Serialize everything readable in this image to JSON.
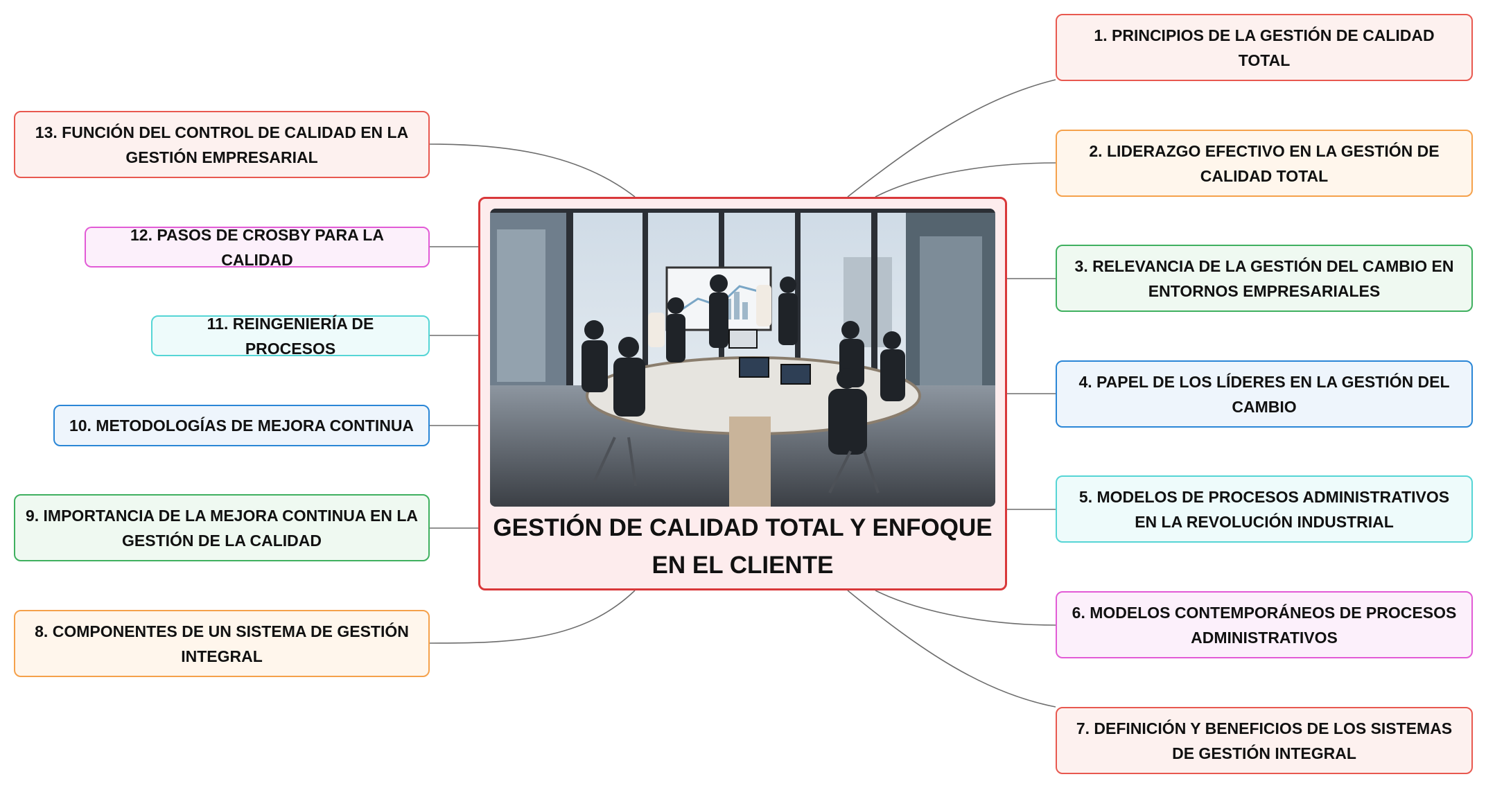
{
  "center": {
    "title": "GESTIÓN DE CALIDAD TOTAL Y ENFOQUE EN EL CLIENTE",
    "image": "office-meeting-illustration"
  },
  "topics": [
    {
      "label": "1. PRINCIPIOS DE LA GESTIÓN DE CALIDAD TOTAL",
      "color": "#e8584f"
    },
    {
      "label": "2. LIDERAZGO EFECTIVO EN LA GESTIÓN DE CALIDAD TOTAL",
      "color": "#f5a14b"
    },
    {
      "label": "3. RELEVANCIA DE LA GESTIÓN DEL CAMBIO EN ENTORNOS EMPRESARIALES",
      "color": "#3fb05f"
    },
    {
      "label": "4. PAPEL DE LOS LÍDERES EN LA GESTIÓN DEL CAMBIO",
      "color": "#2a86d6"
    },
    {
      "label": "5. MODELOS DE PROCESOS ADMINISTRATIVOS EN LA REVOLUCIÓN INDUSTRIAL",
      "color": "#55d5d5"
    },
    {
      "label": "6. MODELOS CONTEMPORÁNEOS DE PROCESOS ADMINISTRATIVOS",
      "color": "#e25bd6"
    },
    {
      "label": "7. DEFINICIÓN Y BENEFICIOS DE LOS SISTEMAS DE GESTIÓN INTEGRAL",
      "color": "#e8584f"
    },
    {
      "label": "8. COMPONENTES DE UN SISTEMA DE GESTIÓN INTEGRAL",
      "color": "#f5a14b"
    },
    {
      "label": "9. IMPORTANCIA DE LA MEJORA CONTINUA EN LA GESTIÓN DE LA CALIDAD",
      "color": "#3fb05f"
    },
    {
      "label": "10. METODOLOGÍAS DE MEJORA CONTINUA",
      "color": "#2a86d6"
    },
    {
      "label": "11. REINGENIERÍA DE PROCESOS",
      "color": "#55d5d5"
    },
    {
      "label": "12. PASOS DE CROSBY PARA LA CALIDAD",
      "color": "#e25bd6"
    },
    {
      "label": "13. FUNCIÓN DEL CONTROL DE CALIDAD EN LA GESTIÓN EMPRESARIAL",
      "color": "#e8584f"
    }
  ]
}
